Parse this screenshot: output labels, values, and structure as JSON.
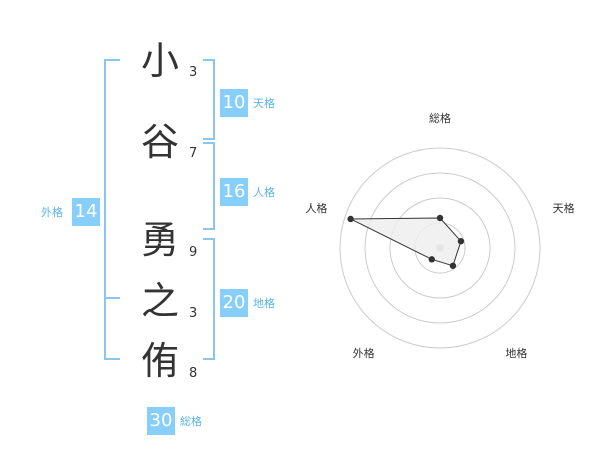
{
  "name": {
    "chars": [
      "小",
      "谷",
      "勇",
      "之",
      "侑"
    ],
    "strokes": [
      "3",
      "7",
      "9",
      "3",
      "8"
    ]
  },
  "fortunes": {
    "tenkaku": {
      "value": "10",
      "label": "天格"
    },
    "jinkaku": {
      "value": "16",
      "label": "人格"
    },
    "chikaku": {
      "value": "20",
      "label": "地格"
    },
    "gaikaku": {
      "value": "14",
      "label": "外格"
    },
    "soukaku": {
      "value": "30",
      "label": "総格"
    }
  },
  "chart_data": {
    "type": "radar",
    "axes": [
      "総格",
      "天格",
      "地格",
      "外格",
      "人格"
    ],
    "values": [
      1.5,
      1.1,
      1.1,
      0.7,
      4.7
    ],
    "rmax": 5,
    "rings": 4,
    "colors": {
      "fill": "#eeeeee",
      "line": "#333333",
      "ring": "#cccccc",
      "center": "#cccccc"
    }
  }
}
